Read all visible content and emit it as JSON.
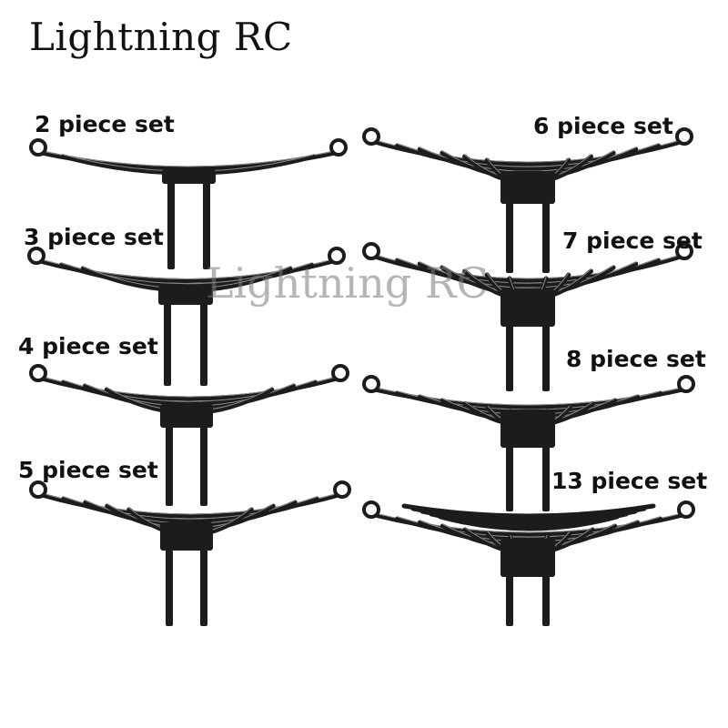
{
  "brand": {
    "title": "Lightning RC",
    "watermark": "Lightning RC"
  },
  "sets": [
    {
      "label": "2 piece set",
      "leaves": 2
    },
    {
      "label": "3 piece set",
      "leaves": 3
    },
    {
      "label": "4 piece set",
      "leaves": 4
    },
    {
      "label": "5 piece set",
      "leaves": 5
    },
    {
      "label": "6 piece set",
      "leaves": 6
    },
    {
      "label": "7 piece set",
      "leaves": 7
    },
    {
      "label": "8 piece set",
      "leaves": 8
    },
    {
      "label": "13 piece set",
      "leaves": 13
    }
  ],
  "colors": {
    "steel": "#1c1c1c",
    "highlight": "#8a8a8a",
    "hardware": "#d9d9d9",
    "text": "#111111"
  }
}
